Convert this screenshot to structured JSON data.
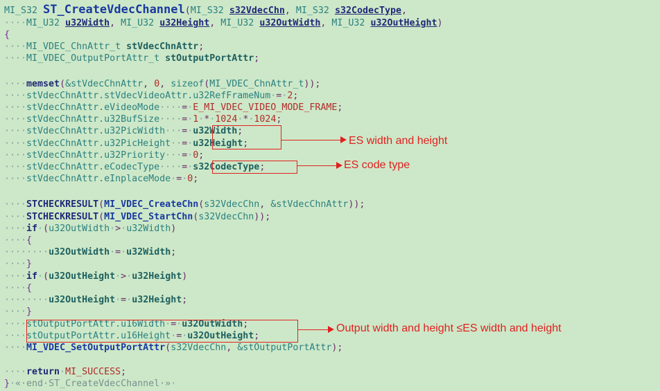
{
  "colors": {
    "background": "#cde8c8",
    "highlight": "#e02020"
  },
  "code_lines": [
    [
      [
        "typ",
        "MI_S32 "
      ],
      [
        "fnb",
        "ST_CreateVdecChannel"
      ],
      [
        "pun",
        "("
      ],
      [
        "typ",
        "MI_S32 "
      ],
      [
        "pb",
        "s32VdecChn"
      ],
      [
        "pun",
        ", "
      ],
      [
        "typ",
        "MI_S32 "
      ],
      [
        "pb",
        "s32CodecType"
      ],
      [
        "pun",
        ","
      ]
    ],
    [
      [
        "ws",
        "····"
      ],
      [
        "typ",
        "MI_U32 "
      ],
      [
        "pb",
        "u32Width"
      ],
      [
        "pun",
        ", "
      ],
      [
        "typ",
        "MI_U32 "
      ],
      [
        "pb",
        "u32Height"
      ],
      [
        "pun",
        ", "
      ],
      [
        "typ",
        "MI_U32 "
      ],
      [
        "pb",
        "u32OutWidth"
      ],
      [
        "pun",
        ", "
      ],
      [
        "typ",
        "MI_U32 "
      ],
      [
        "pb",
        "u32OutHeight"
      ],
      [
        "pun",
        ")"
      ]
    ],
    [
      [
        "brc",
        "{"
      ]
    ],
    [
      [
        "ws",
        "····"
      ],
      [
        "typ",
        "MI_VDEC_ChnAttr_t "
      ],
      [
        "vb",
        "stVdecChnAttr"
      ],
      [
        "pun",
        ";"
      ]
    ],
    [
      [
        "ws",
        "····"
      ],
      [
        "typ",
        "MI_VDEC_OutputPortAttr_t "
      ],
      [
        "vb",
        "stOutputPortAttr"
      ],
      [
        "pun",
        ";"
      ]
    ],
    [],
    [
      [
        "ws",
        "····"
      ],
      [
        "kw",
        "memset"
      ],
      [
        "pun",
        "("
      ],
      [
        "va",
        "&stVdecChnAttr"
      ],
      [
        "pun",
        ", "
      ],
      [
        "num",
        "0"
      ],
      [
        "pun",
        ", "
      ],
      [
        "typ",
        "sizeof"
      ],
      [
        "pun",
        "("
      ],
      [
        "typ",
        "MI_VDEC_ChnAttr_t"
      ],
      [
        "pun",
        "));"
      ]
    ],
    [
      [
        "ws",
        "····"
      ],
      [
        "va",
        "stVdecChnAttr.stVdecVideoAttr.u32RefFrameNum"
      ],
      [
        "ws",
        "·"
      ],
      [
        "pun",
        "="
      ],
      [
        "ws",
        "·"
      ],
      [
        "num",
        "2"
      ],
      [
        "pun",
        ";"
      ]
    ],
    [
      [
        "ws",
        "····"
      ],
      [
        "va",
        "stVdecChnAttr.eVideoMode"
      ],
      [
        "ws",
        "····"
      ],
      [
        "pun",
        "="
      ],
      [
        "ws",
        "·"
      ],
      [
        "mac",
        "E_MI_VDEC_VIDEO_MODE_FRAME"
      ],
      [
        "pun",
        ";"
      ]
    ],
    [
      [
        "ws",
        "····"
      ],
      [
        "va",
        "stVdecChnAttr.u32BufSize"
      ],
      [
        "ws",
        "····"
      ],
      [
        "pun",
        "="
      ],
      [
        "ws",
        "·"
      ],
      [
        "num",
        "1"
      ],
      [
        "ws",
        "·"
      ],
      [
        "pun",
        "*"
      ],
      [
        "ws",
        "·"
      ],
      [
        "num",
        "1024"
      ],
      [
        "ws",
        "·"
      ],
      [
        "pun",
        "*"
      ],
      [
        "ws",
        "·"
      ],
      [
        "num",
        "1024"
      ],
      [
        "pun",
        ";"
      ]
    ],
    [
      [
        "ws",
        "····"
      ],
      [
        "va",
        "stVdecChnAttr.u32PicWidth"
      ],
      [
        "ws",
        "···"
      ],
      [
        "pun",
        "="
      ],
      [
        "ws",
        "·"
      ],
      [
        "vb",
        "u32Width"
      ],
      [
        "pun",
        ";"
      ]
    ],
    [
      [
        "ws",
        "····"
      ],
      [
        "va",
        "stVdecChnAttr.u32PicHeight"
      ],
      [
        "ws",
        "··"
      ],
      [
        "pun",
        "="
      ],
      [
        "ws",
        "·"
      ],
      [
        "vb",
        "u32Height"
      ],
      [
        "pun",
        ";"
      ]
    ],
    [
      [
        "ws",
        "····"
      ],
      [
        "va",
        "stVdecChnAttr.u32Priority"
      ],
      [
        "ws",
        "···"
      ],
      [
        "pun",
        "="
      ],
      [
        "ws",
        "·"
      ],
      [
        "num",
        "0"
      ],
      [
        "pun",
        ";"
      ]
    ],
    [
      [
        "ws",
        "····"
      ],
      [
        "va",
        "stVdecChnAttr.eCodecType"
      ],
      [
        "ws",
        "····"
      ],
      [
        "pun",
        "="
      ],
      [
        "ws",
        "·"
      ],
      [
        "vb",
        "s32CodecType"
      ],
      [
        "pun",
        ";"
      ]
    ],
    [
      [
        "ws",
        "····"
      ],
      [
        "va",
        "stVdecChnAttr.eInplaceMode"
      ],
      [
        "ws",
        "·"
      ],
      [
        "pun",
        "="
      ],
      [
        "ws",
        "·"
      ],
      [
        "num",
        "0"
      ],
      [
        "pun",
        ";"
      ]
    ],
    [],
    [
      [
        "ws",
        "····"
      ],
      [
        "kw",
        "STCHECKRESULT"
      ],
      [
        "pun",
        "("
      ],
      [
        "fn",
        "MI_VDEC_CreateChn"
      ],
      [
        "pun",
        "("
      ],
      [
        "va",
        "s32VdecChn"
      ],
      [
        "pun",
        ", "
      ],
      [
        "va",
        "&stVdecChnAttr"
      ],
      [
        "pun",
        "));"
      ]
    ],
    [
      [
        "ws",
        "····"
      ],
      [
        "kw",
        "STCHECKRESULT"
      ],
      [
        "pun",
        "("
      ],
      [
        "fn",
        "MI_VDEC_StartChn"
      ],
      [
        "pun",
        "("
      ],
      [
        "va",
        "s32VdecChn"
      ],
      [
        "pun",
        "));"
      ]
    ],
    [
      [
        "ws",
        "····"
      ],
      [
        "kw",
        "if"
      ],
      [
        "ws",
        "·"
      ],
      [
        "pun",
        "("
      ],
      [
        "va",
        "u32OutWidth"
      ],
      [
        "ws",
        "·"
      ],
      [
        "pun",
        ">"
      ],
      [
        "ws",
        "·"
      ],
      [
        "va",
        "u32Width"
      ],
      [
        "pun",
        ")"
      ]
    ],
    [
      [
        "ws",
        "····"
      ],
      [
        "brc",
        "{"
      ]
    ],
    [
      [
        "ws",
        "····"
      ],
      [
        "ws",
        "····"
      ],
      [
        "vb",
        "u32OutWidth"
      ],
      [
        "ws",
        "·"
      ],
      [
        "pun",
        "="
      ],
      [
        "ws",
        "·"
      ],
      [
        "vb",
        "u32Width"
      ],
      [
        "pun",
        ";"
      ]
    ],
    [
      [
        "ws",
        "····"
      ],
      [
        "brc",
        "}"
      ]
    ],
    [
      [
        "ws",
        "····"
      ],
      [
        "kw",
        "if"
      ],
      [
        "ws",
        "·"
      ],
      [
        "pun",
        "("
      ],
      [
        "vb",
        "u32OutHeight"
      ],
      [
        "ws",
        "·"
      ],
      [
        "pun",
        ">"
      ],
      [
        "ws",
        "·"
      ],
      [
        "vb",
        "u32Height"
      ],
      [
        "pun",
        ")"
      ]
    ],
    [
      [
        "ws",
        "····"
      ],
      [
        "brc",
        "{"
      ]
    ],
    [
      [
        "ws",
        "····"
      ],
      [
        "ws",
        "····"
      ],
      [
        "vb",
        "u32OutHeight"
      ],
      [
        "ws",
        "·"
      ],
      [
        "pun",
        "="
      ],
      [
        "ws",
        "·"
      ],
      [
        "vb",
        "u32Height"
      ],
      [
        "pun",
        ";"
      ]
    ],
    [
      [
        "ws",
        "····"
      ],
      [
        "brc",
        "}"
      ]
    ],
    [
      [
        "ws",
        "····"
      ],
      [
        "va",
        "stOutputPortAttr.u16Width"
      ],
      [
        "ws",
        "·"
      ],
      [
        "pun",
        "="
      ],
      [
        "ws",
        "·"
      ],
      [
        "vb",
        "u32OutWidth"
      ],
      [
        "pun",
        ";"
      ]
    ],
    [
      [
        "ws",
        "····"
      ],
      [
        "va",
        "stOutputPortAttr.u16Height"
      ],
      [
        "ws",
        "·"
      ],
      [
        "pun",
        "="
      ],
      [
        "ws",
        "·"
      ],
      [
        "vb",
        "u32OutHeight"
      ],
      [
        "pun",
        ";"
      ]
    ],
    [
      [
        "ws",
        "····"
      ],
      [
        "fn",
        "MI_VDEC_SetOutputPortAttr"
      ],
      [
        "pun",
        "("
      ],
      [
        "va",
        "s32VdecChn"
      ],
      [
        "pun",
        ", "
      ],
      [
        "va",
        "&stOutputPortAttr"
      ],
      [
        "pun",
        ");"
      ]
    ],
    [],
    [
      [
        "ws",
        "····"
      ],
      [
        "kw",
        "return"
      ],
      [
        "ws",
        "·"
      ],
      [
        "mac",
        "MI_SUCCESS"
      ],
      [
        "pun",
        ";"
      ]
    ],
    [
      [
        "brc",
        "}"
      ],
      [
        "ws",
        "·"
      ],
      [
        "cm",
        "«·end·ST_CreateVdecChannel·»"
      ],
      [
        "ws",
        "·"
      ]
    ]
  ],
  "annotations": {
    "es_size": "ES width and height",
    "es_codec": "ES code type",
    "output_size": "Output width and height ≤ES width and height"
  }
}
